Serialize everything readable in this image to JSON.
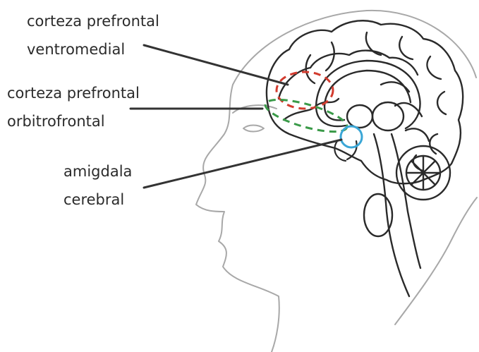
{
  "labels": {
    "vmpfc_line1": "corteza prefrontal",
    "vmpfc_line2": "ventromedial",
    "ofc_line1": "corteza prefrontal",
    "ofc_line2": "orbitrofrontal",
    "amygdala_line1": "amigdala",
    "amygdala_line2": "cerebral"
  },
  "colors": {
    "outline": "#2a2a2a",
    "head_outline": "#a8a8a8",
    "leader_line": "#333333",
    "vmpfc_marker": "#d23b2e",
    "ofc_marker": "#3a9a48",
    "amygdala_marker": "#3aa6d6"
  }
}
